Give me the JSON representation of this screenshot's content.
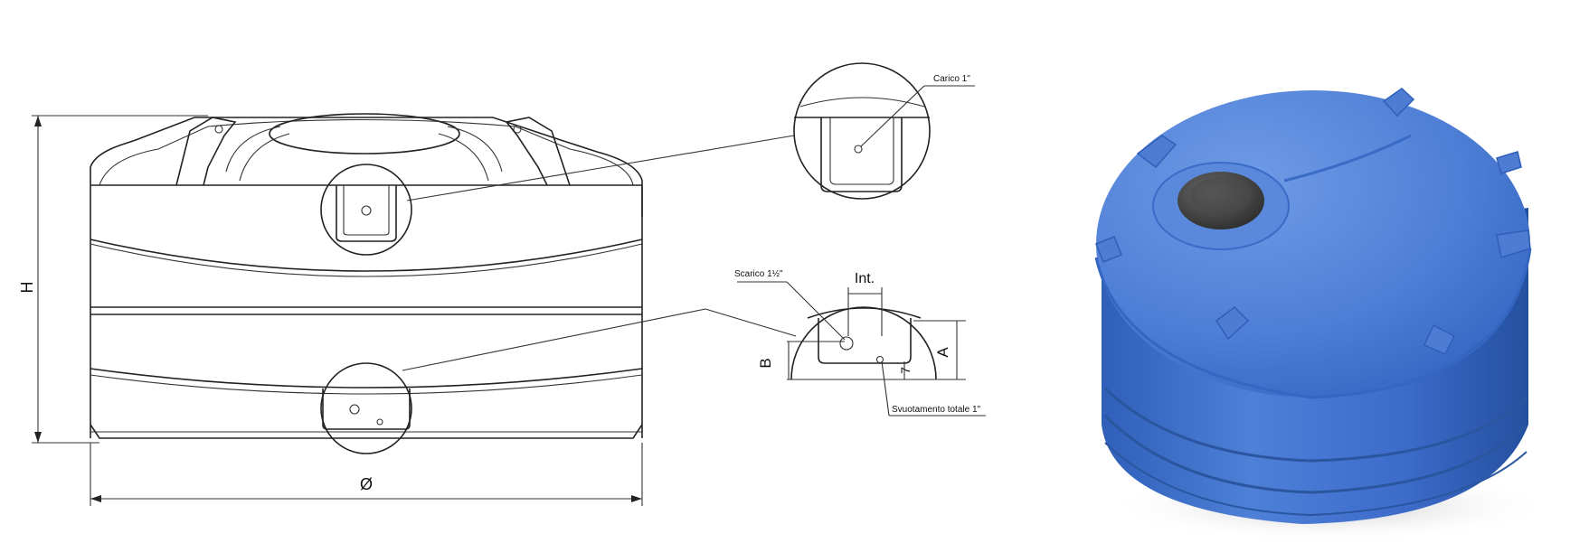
{
  "dimensions": {
    "height_label": "H",
    "diameter_label": "Ø",
    "int_label": "Int.",
    "a_label": "A",
    "b_label": "B",
    "seven_label": "7"
  },
  "callouts": {
    "top_inlet": "Carico 1\"",
    "drain_outlet": "Scarico 1½\"",
    "total_drain": "Svuotamento totale 1\""
  },
  "colors": {
    "tank_blue": "#4f7fd6",
    "tank_blue_dark": "#2f5fb8",
    "lid": "#3a3a3a",
    "line": "#222222"
  }
}
